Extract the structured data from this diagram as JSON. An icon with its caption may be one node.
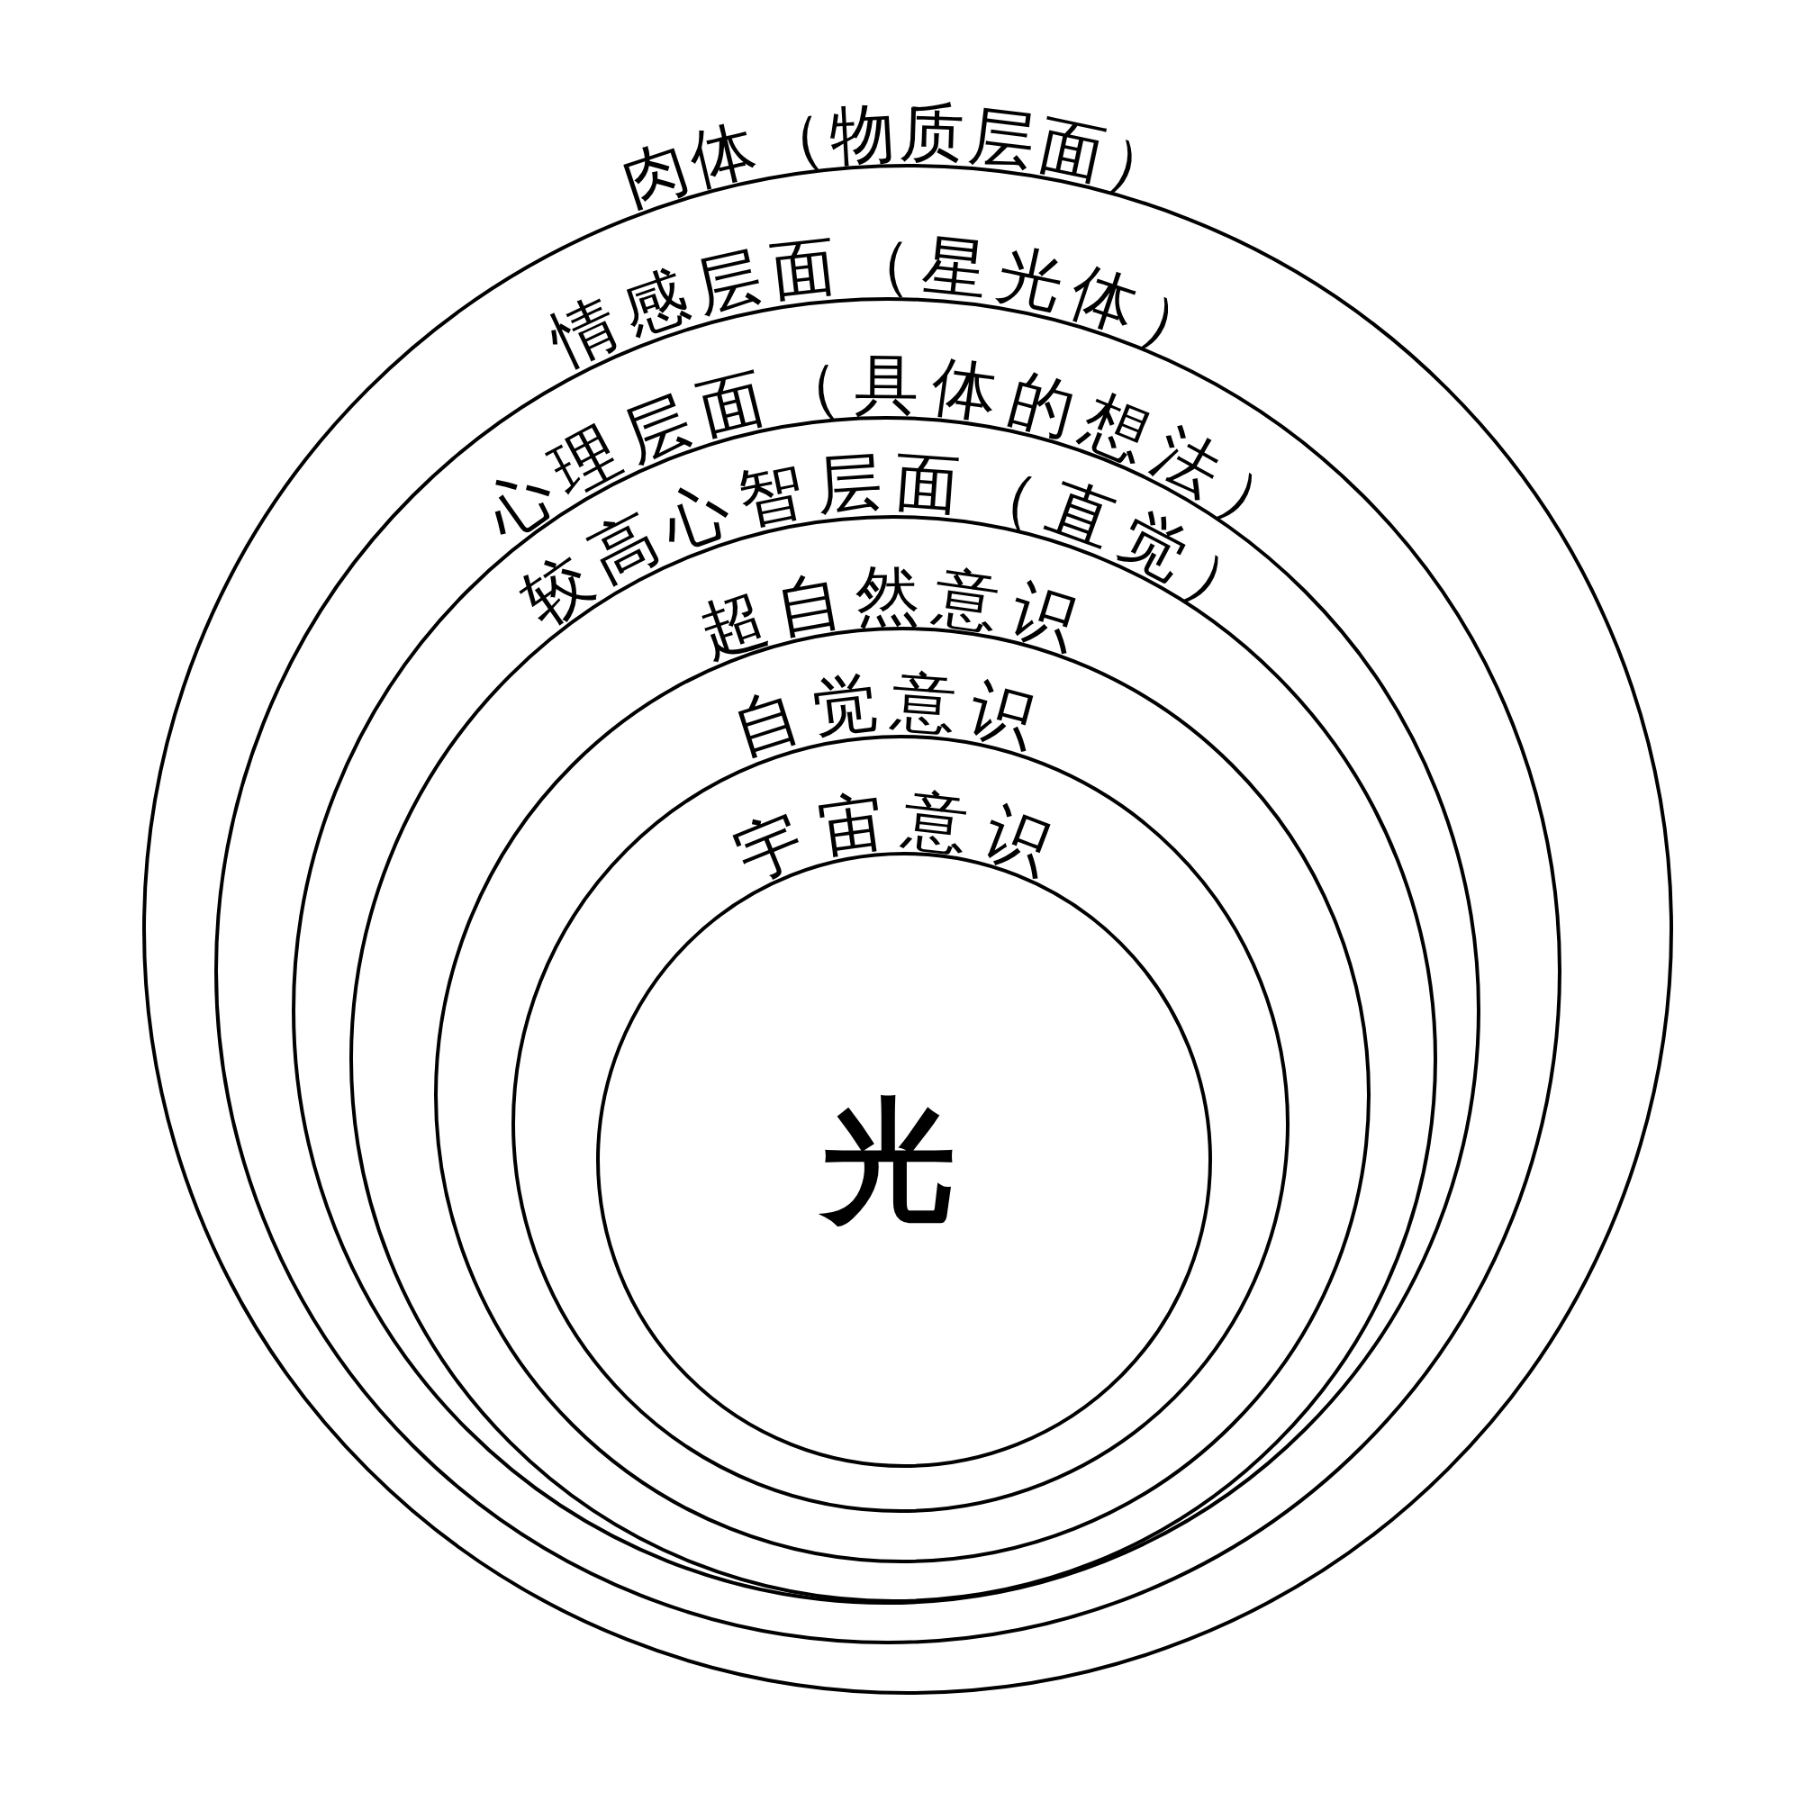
{
  "diagram": {
    "nodes": [
      {
        "text": [
          "肉体（物质层面）"
        ]
      },
      {
        "text": [
          "情感层面（星光体）"
        ],
        "in": 0
      },
      {
        "text": [
          "心理层面（具体的想法）"
        ],
        "in": 1
      },
      {
        "text": [
          "较高心智层面（直觉）"
        ],
        "in": 2
      },
      {
        "text": [
          "超自然意识"
        ],
        "in": 3
      },
      {
        "text": [
          "自觉意识"
        ],
        "in": 4
      },
      {
        "text": [
          "宇宙意识",
          "光"
        ],
        "in": 5
      }
    ]
  }
}
